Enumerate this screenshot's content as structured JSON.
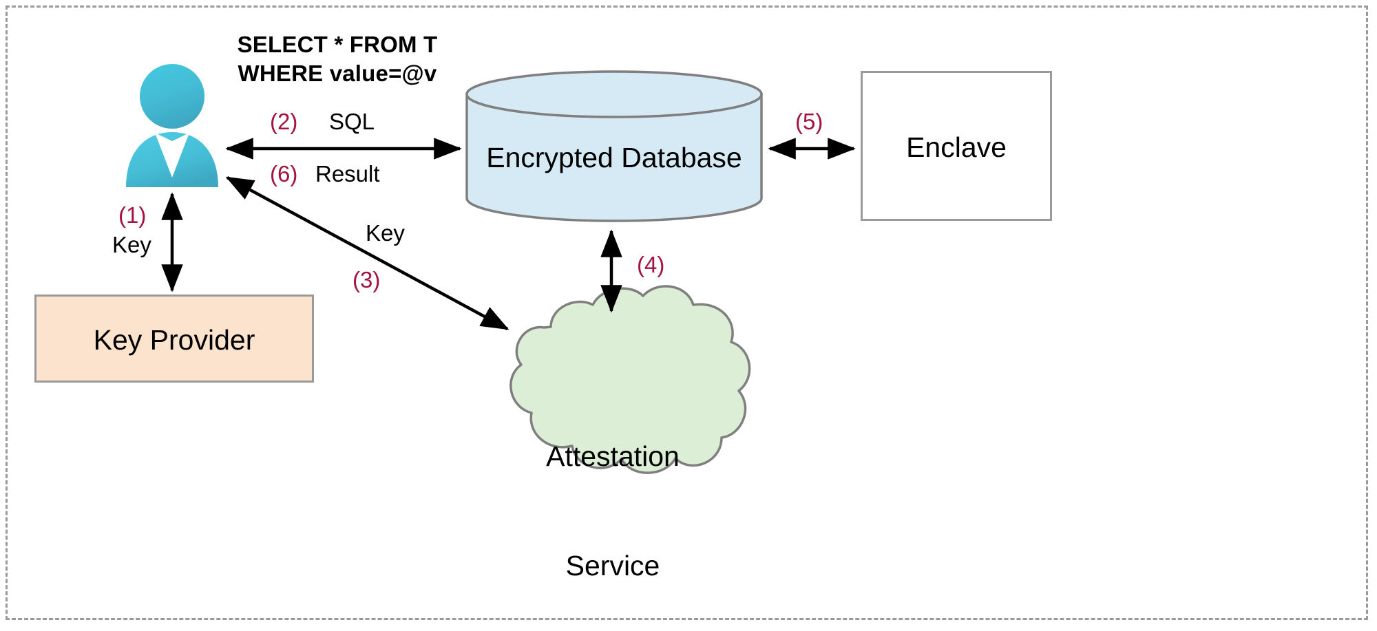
{
  "diagram": {
    "title": "Encrypted Database with Enclave and Attestation Service",
    "boundary": {
      "style": "dashed",
      "color": "#9a9a9a"
    },
    "colors": {
      "step_number": "#a4123f",
      "key_provider_fill": "#fce3cd",
      "database_fill": "#d8eaf4",
      "attestation_fill": "#dfeeda",
      "enclave_fill": "#ffffff",
      "node_border": "#9a9a9a",
      "arrow": "#000000",
      "person_icon": "#4cc3dd",
      "text": "#000000"
    },
    "nodes": {
      "client": {
        "name": "client-user",
        "icon": "user-person-icon"
      },
      "key_provider": {
        "label": "Key Provider"
      },
      "database": {
        "label": "Encrypted Database",
        "shape": "cylinder"
      },
      "enclave": {
        "label": "Enclave",
        "shape": "rectangle"
      },
      "attestation": {
        "label": "Attestation\nService",
        "line1": "Attestation",
        "line2": "Service",
        "shape": "cloud"
      }
    },
    "sql_query": {
      "line1": "SELECT * FROM T",
      "line2": "WHERE value=@v",
      "full": "SELECT * FROM T\nWHERE value=@v"
    },
    "edges": [
      {
        "id": 1,
        "step": "(1)",
        "label": "Key",
        "from": "client",
        "to": "key_provider",
        "direction": "both"
      },
      {
        "id": 2,
        "step": "(2)",
        "label": "SQL",
        "from": "client",
        "to": "database",
        "direction": "both"
      },
      {
        "id": 3,
        "step": "(3)",
        "label": "Key",
        "from": "attestation",
        "to": "client",
        "direction": "both"
      },
      {
        "id": 4,
        "step": "(4)",
        "label": "",
        "from": "database",
        "to": "attestation",
        "direction": "both"
      },
      {
        "id": 5,
        "step": "(5)",
        "label": "",
        "from": "database",
        "to": "enclave",
        "direction": "both"
      },
      {
        "id": 6,
        "step": "(6)",
        "label": "Result",
        "from": "database",
        "to": "client",
        "direction": "both"
      }
    ]
  }
}
